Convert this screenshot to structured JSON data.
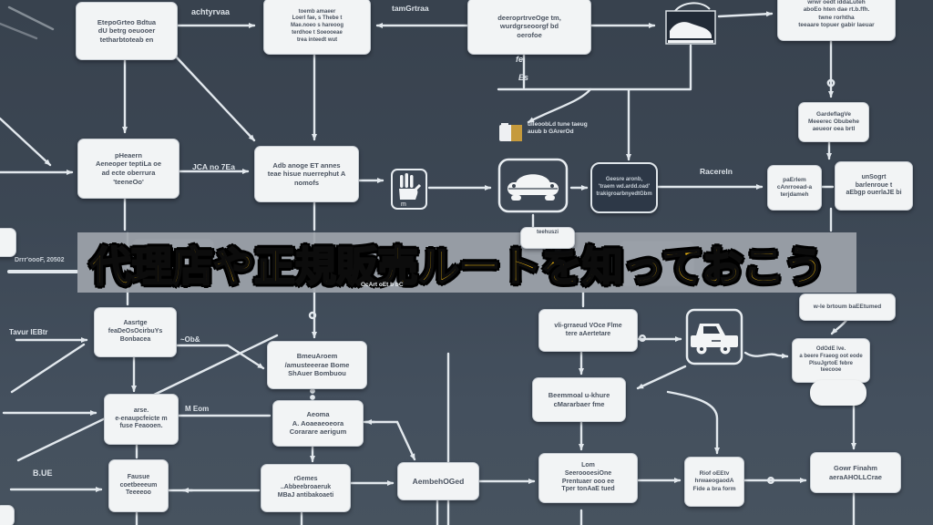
{
  "banner": {
    "text": "代理店や正規販売ルートを知っておこう",
    "bg_color": "#9da3aa",
    "text_color": "#f3ba10",
    "outline_color": "#000000"
  },
  "colors": {
    "background": "#3c4754",
    "box_fill": "#f2f4f5",
    "dark_box_fill": "#2d3847",
    "line": "#e2e8ed",
    "box_text": "#4a5360",
    "folder_accent": "#c59a3c"
  },
  "icons": {
    "top_right": "car-side-icon",
    "center": "car-front-icon",
    "left_center": "hand-pointer-icon",
    "bottom_right": "pickup-truck-icon",
    "small": "folder-icon"
  },
  "boxes": {
    "b1": {
      "text": "EtepoGrteo Bdtua\ndU betrg oeuooer\ntetharbtoteab en"
    },
    "b2": {
      "text": "toemb amaeer\nLoerl fae, s Thebe t\nMae.noeo s hareoog\nterdhoe t Soeooeae\ntrea inteedt wut"
    },
    "b3": {
      "text": "deeroprtrveOge tm,\nwurdgrseoorgf bd\noerofoe"
    },
    "b4": {
      "text": "wrwr oedt iddaLuteh\naboEo hten dae rt.b.ffh.\ntwne rorhtha\nteeaare topuer gabir laeuar"
    },
    "b6": {
      "text": "GardeflagVe\nMeeerec Obubehe\naeueor oea brtl"
    },
    "b7": {
      "text": "pHeaern\nAeneoper teptiLa oe\nad ecte oberrura\n'teeneOo'"
    },
    "b8": {
      "text": "Adb anoge ET annes\nteae hisue nuerrephut A\nnomofs"
    },
    "b11": {
      "text": "Geesre aronb,\n'traem wd.ardd.oad'\ntrakigroarbnyedtGbm"
    },
    "b12": {
      "text": "paErlem\ncAnrroead-a\nterjdameh"
    },
    "b13": {
      "text": "unSogrt\nbarlenroue t\naEbgp ouerlaJE bi"
    },
    "b15": {
      "text": "teehuszi"
    },
    "b17": {
      "text": "w-le brtoum baEEtumed"
    },
    "bl1": {
      "text": "Aasrtge\nfeaDeOsOcirbuYs\nBonbacea"
    },
    "bl2": {
      "text": "arse.\ne-enaupcfeicte m\nfuse Feaooen."
    },
    "bl3": {
      "text": "Fausue\ncoetbeeeum\nTeeeeoo"
    },
    "bm1": {
      "text": "BmeuAroem\n/amusteeerae Bome\nShAuer Bombuou"
    },
    "bm2": {
      "text": "Aeoma\nA. Aoaeaeoeora\nCorarare aerigum"
    },
    "bm3": {
      "text": "rGemes\n..Abbeebroaeruk\nMBaJ antibakoaeti"
    },
    "bc": {
      "text": "AembehOGed"
    },
    "br1": {
      "text": "vli-grraeud VOce Flme\ntere aAertetare"
    },
    "br2": {
      "text": "OdOdE lve.\na beere Fraeog oot eode\nPlsuJgrtoE febre\nteecooe"
    },
    "br3": {
      "text": "Beemmoal u-khure\ncMararbaer fme"
    },
    "br4": {
      "text": "Lom\nSeeroooesiOne\nPrentuaer ooo ee\nTper tonAaE tued"
    },
    "br5": {
      "text": "Riof oEEtv\nhrwaeogaodA\nFide a bra form"
    },
    "br6": {
      "text": "Gowr Finahm\naeraAHOLLCrae"
    }
  },
  "labels": {
    "achtyrvaa": "achtyrvaa",
    "tamgrtraa": "tamGrtraa",
    "fe": "fe",
    "es": "Es",
    "folder_note": "uIleoobLd tune taeug\nauub b GArerOd",
    "jca": "JCA no 7Ea",
    "racereln": "Racereln",
    "tavur": "Tavur IEBtr",
    "ob": "~Ob&",
    "eom": "M Eom",
    "blue": "B.UE",
    "drrr": "Drrr'oooF, 20502",
    "ocart": "OcArt oEt b bC"
  }
}
